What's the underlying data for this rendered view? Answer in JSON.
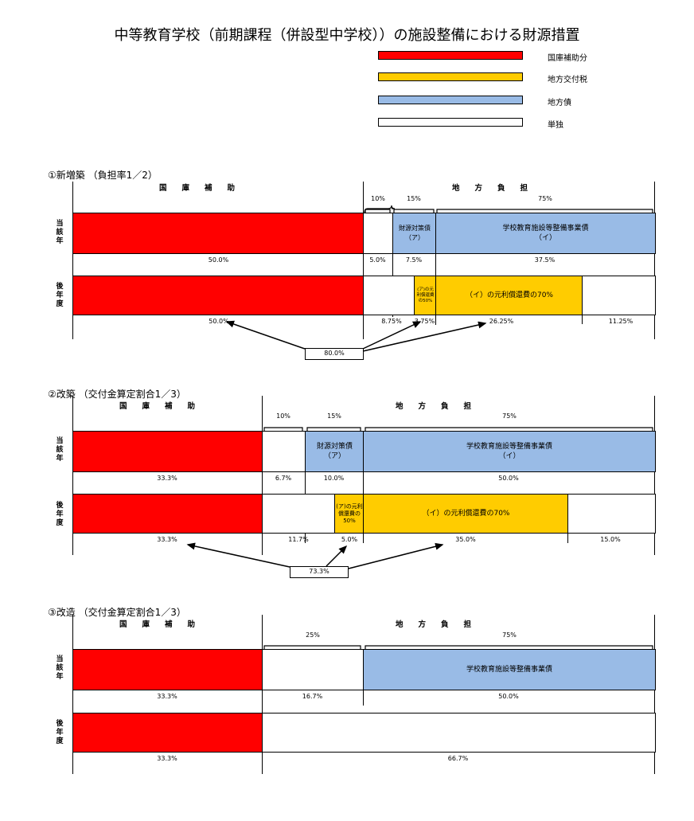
{
  "title": "中等教育学校（前期課程（併設型中学校））の施設整備における財源措置",
  "legend": [
    {
      "label": "国庫補助分",
      "color": "#ff0000"
    },
    {
      "label": "地方交付税",
      "color": "#ffcc00"
    },
    {
      "label": "地方債",
      "color": "#99bbe6"
    },
    {
      "label": "単独",
      "color": "#ffffff"
    }
  ],
  "row_labels": {
    "current": "当該年",
    "later": "後年度"
  },
  "sec1": {
    "title": "①新増築 （負担率1／2）",
    "national": "国　　庫　　補　　助",
    "local": "地　　方　　負　　担",
    "b10": "10%",
    "b15": "15%",
    "b75": "75%",
    "bond_a": "財源対策債\n（ア）",
    "bond_b": "学校教育施設等整備事業債\n（イ）",
    "a_repay": "(ア)の元利償還費の50%",
    "b_repay": "（イ）の元利償還費の70%",
    "cur": [
      "50.0%",
      "5.0%",
      "7.5%",
      "37.5%"
    ],
    "later": [
      "50.0%",
      "8.75%",
      "3.75%",
      "26.25%",
      "11.25%"
    ],
    "sum": "80.0%"
  },
  "sec2": {
    "title": "②改築 （交付金算定割合1／3）",
    "national": "国　　庫　　補　　助",
    "local": "地　　方　　負　　担",
    "b10": "10%",
    "b15": "15%",
    "b75": "75%",
    "bond_a": "財源対策債\n（ア）",
    "bond_b": "学校教育施設等整備事業債\n（イ）",
    "a_repay": "(ア)の元利償還費の50%",
    "b_repay": "（イ）の元利償還費の70%",
    "cur": [
      "33.3%",
      "6.7%",
      "10.0%",
      "50.0%"
    ],
    "later": [
      "33.3%",
      "11.7%",
      "5.0%",
      "35.0%",
      "15.0%"
    ],
    "sum": "73.3%"
  },
  "sec3": {
    "title": "③改造 （交付金算定割合1／3）",
    "national": "国　　庫　　補　　助",
    "local": "地　　方　　負　　担",
    "b25": "25%",
    "b75": "75%",
    "bond_b": "学校教育施設等整備事業債",
    "cur": [
      "33.3%",
      "16.7%",
      "50.0%"
    ],
    "later": [
      "33.3%",
      "66.7%"
    ]
  }
}
